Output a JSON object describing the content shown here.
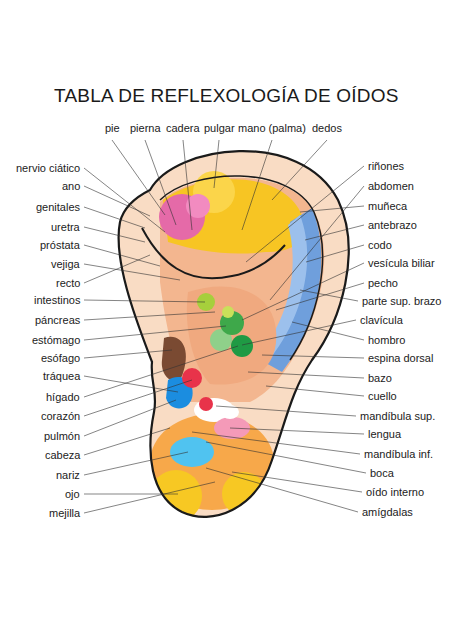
{
  "diagram": {
    "title": "TABLA DE REFLEXOLOGÍA DE OÍDOS",
    "labels": [
      "pie",
      "pierna",
      "cadera",
      "pulgar",
      "mano (palma)",
      "dedos",
      "nervio ciático",
      "ano",
      "genitales",
      "uretra",
      "próstata",
      "vejiga",
      "recto",
      "intestinos",
      "páncreas",
      "estómago",
      "esófago",
      "tráquea",
      "hígado",
      "corazón",
      "pulmón",
      "cabeza",
      "nariz",
      "ojo",
      "mejilla",
      "riñones",
      "abdomen",
      "muñeca",
      "antebrazo",
      "codo",
      "vesícula biliar",
      "pecho",
      "parte sup. brazo",
      "clavícula",
      "hombro",
      "espina dorsal",
      "bazo",
      "cuello",
      "mandíbula sup.",
      "lengua",
      "mandíbula inf.",
      "boca",
      "oído interno",
      "amígdalas"
    ]
  }
}
